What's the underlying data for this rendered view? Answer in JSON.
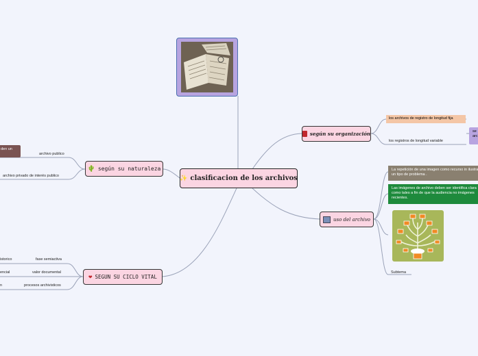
{
  "central": {
    "title": "clasificacion de los archivos",
    "icon": "sparkle-icon"
  },
  "branches": {
    "organizacion": {
      "label": "según su organización",
      "icon": "book-icon",
      "items": [
        "los archivos de registro de longitud fija",
        "los registros de longitud variable"
      ],
      "side_note_lines": [
        "se",
        "arc"
      ]
    },
    "uso": {
      "label": "uso del archivo",
      "icon": "monitor-icon",
      "notes": [
        "La repetición de una imagen como recurso in ilustrar un tipo de problema .",
        "Las imágenes de archivo deben ser identifica clara como tales a fin de que la audiencia no imágenes recientes."
      ],
      "subtopic": "Subtema"
    },
    "naturaleza": {
      "label": "según su naturaleza",
      "icon": "cactus-icon",
      "items": [
        "archivo publico",
        "archivo privado de interés publico"
      ],
      "tag_text": "den un"
    },
    "ciclo": {
      "label": "SEGUN SU CICLO VITAL",
      "icon": "heart-icon",
      "items": [
        "fase semiactiva",
        "valor documental",
        "procesos archivisticos"
      ],
      "far_items": [
        "istorico",
        "encial",
        "n"
      ]
    }
  },
  "colors": {
    "node_fill": "#fbd5e2",
    "line": "#9aa2b8",
    "tag_brown": "#7a5352",
    "note_gray": "#8a8070",
    "note_green": "#1e8a3c",
    "item_peach": "#f4c6a6",
    "side_purple": "#b7a4e0"
  }
}
